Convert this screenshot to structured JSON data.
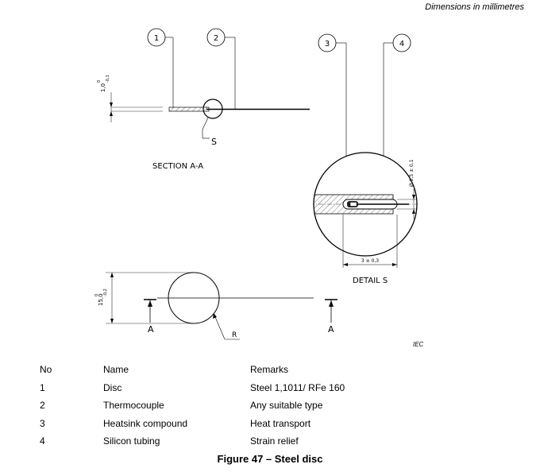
{
  "header_note": "Dimensions in millimetres",
  "callouts": [
    "1",
    "2",
    "3",
    "4"
  ],
  "drawing_labels": {
    "section": "SECTION A-A",
    "detail": "DETAIL S",
    "s_marker": "S",
    "section_marker_left": "A",
    "section_marker_right": "A",
    "radius": "R",
    "source": "IEC"
  },
  "dimensions": {
    "thickness": "1,0",
    "thickness_tol_upper": "0",
    "thickness_tol_lower": "-0,1",
    "diameter_outer": "15,0",
    "diameter_tol_upper": "0",
    "diameter_tol_lower": "-0,2",
    "tubing_diameter": "Ø 0,5 ± 0,1",
    "tubing_length": "3 ± 0,3"
  },
  "table": {
    "headers": [
      "No",
      "Name",
      "Remarks"
    ],
    "rows": [
      [
        "1",
        "Disc",
        "Steel 1,1011/ RFe 160"
      ],
      [
        "2",
        "Thermocouple",
        "Any suitable type"
      ],
      [
        "3",
        "Heatsink compound",
        "Heat transport"
      ],
      [
        "4",
        "Silicon tubing",
        "Strain relief"
      ]
    ]
  },
  "caption": "Figure 47 – Steel disc"
}
